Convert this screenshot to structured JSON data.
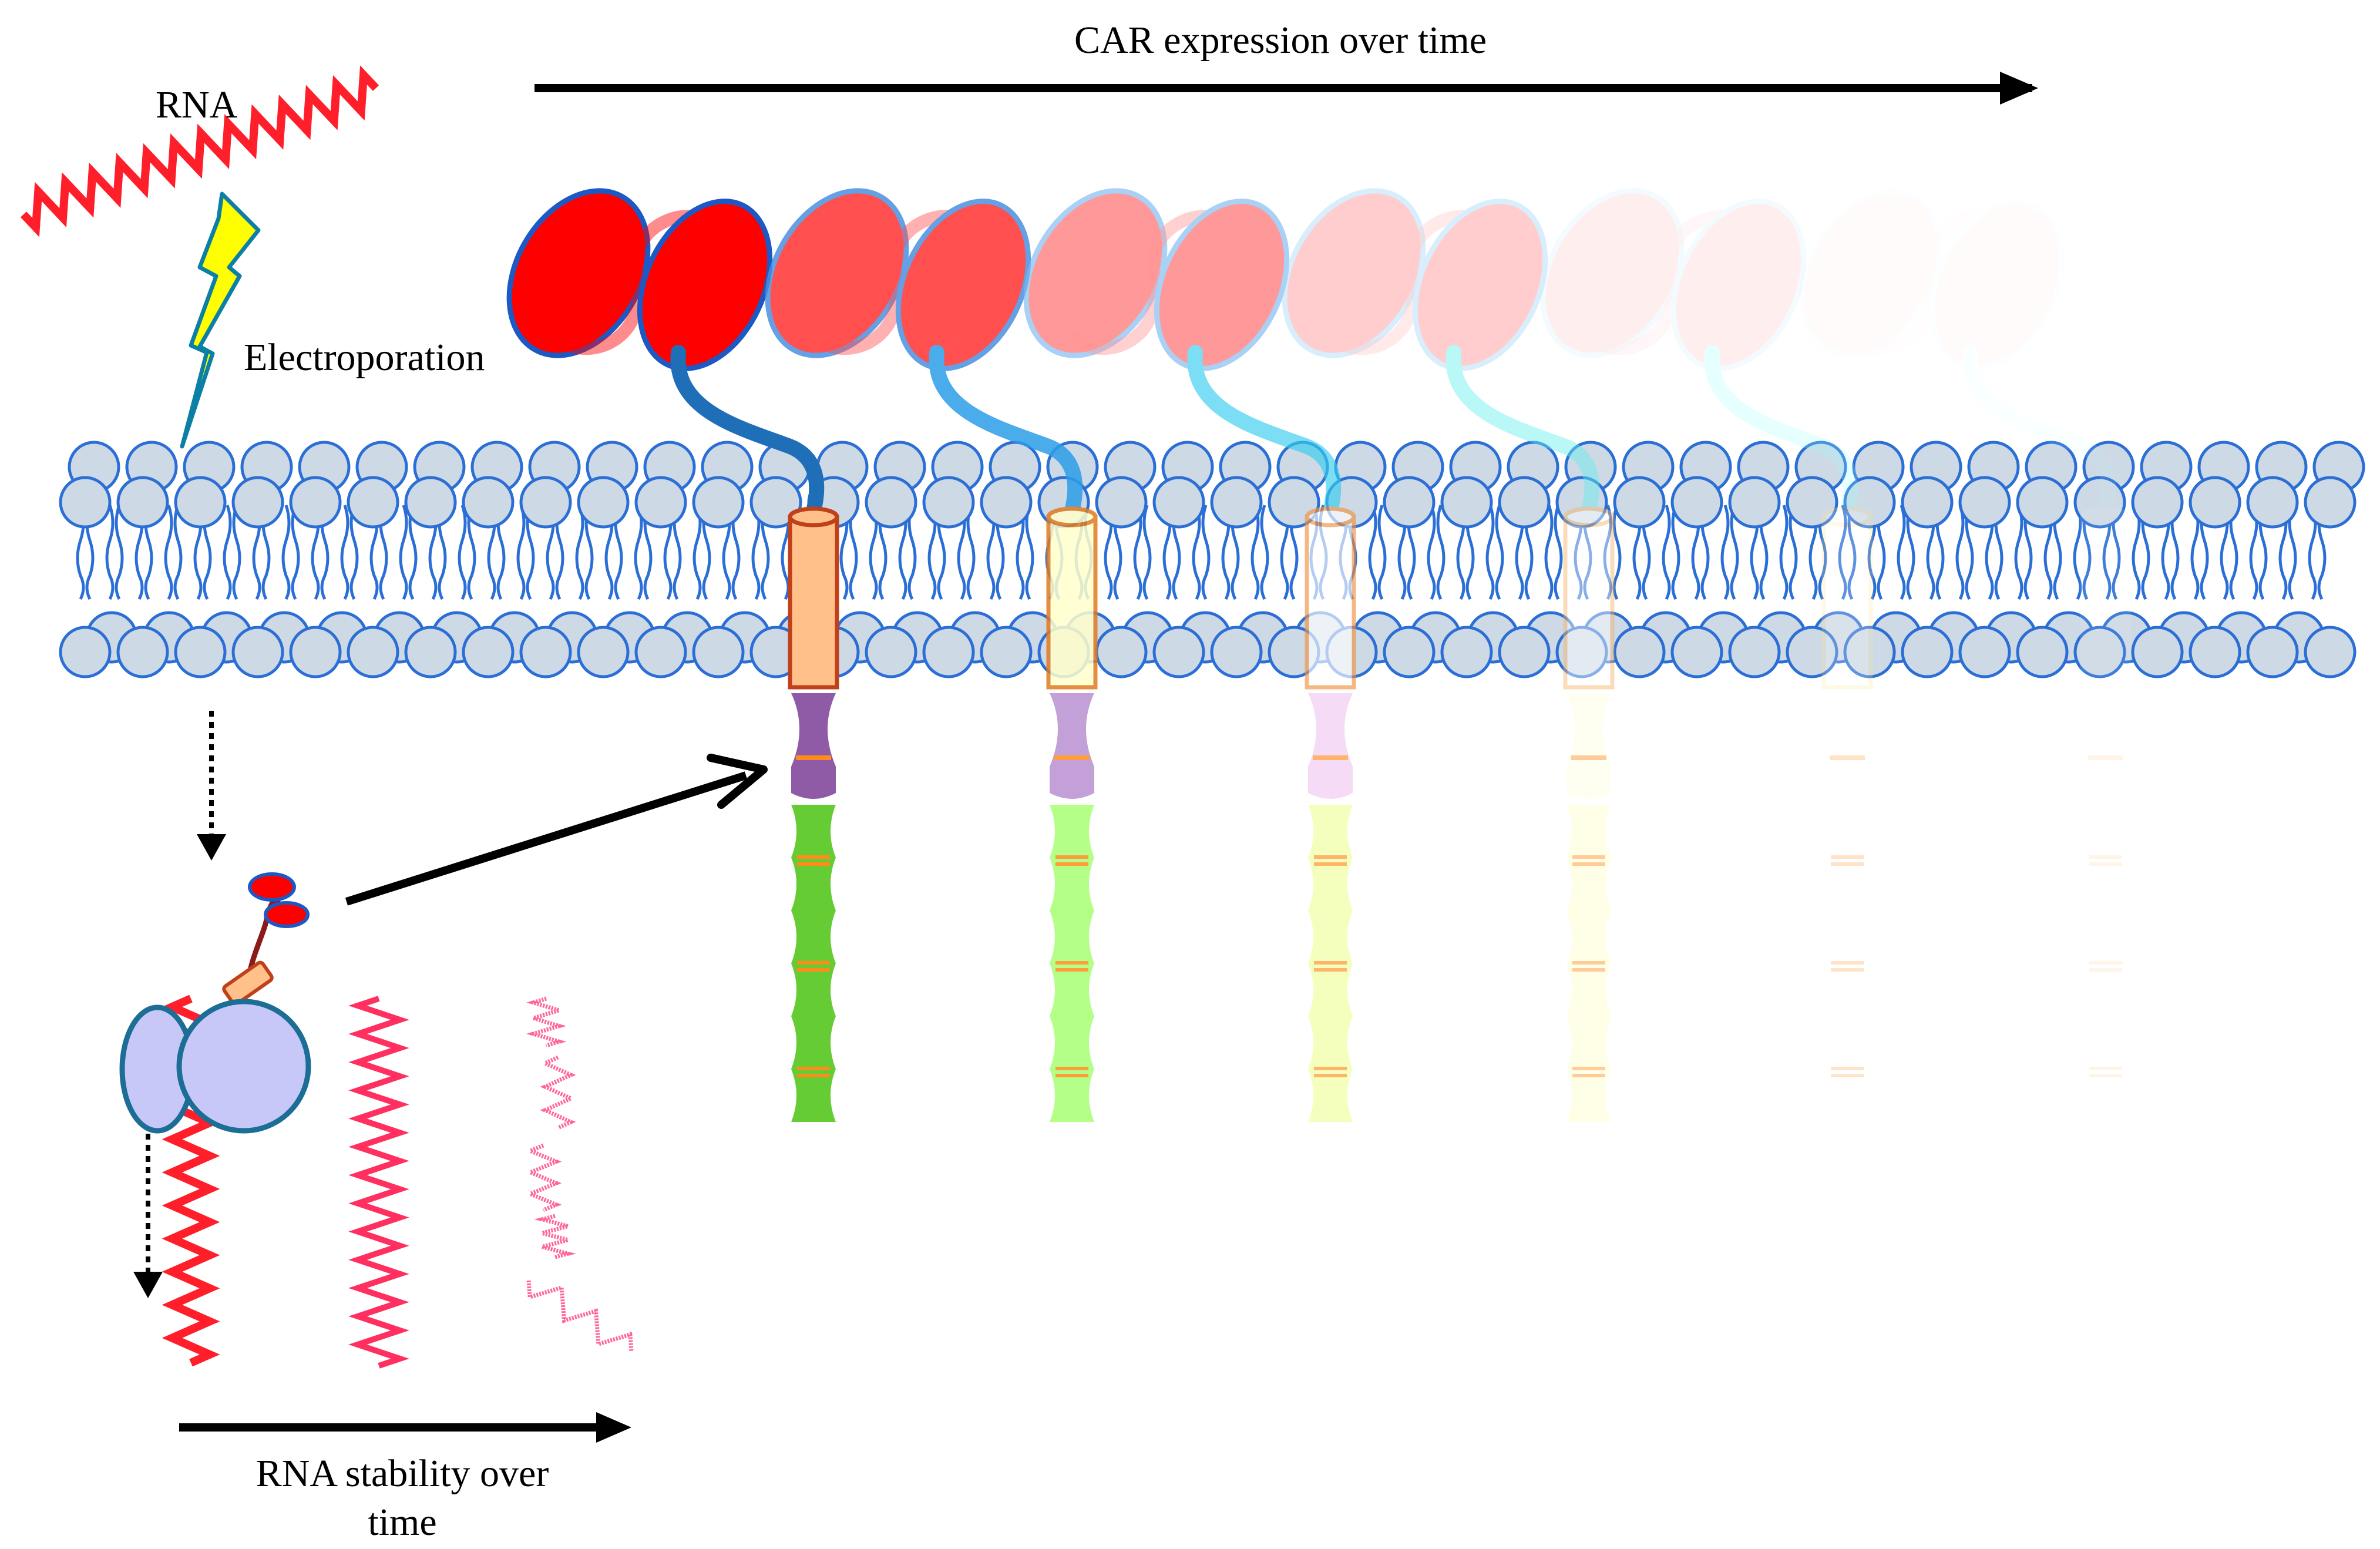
{
  "labels": {
    "rna": "RNA",
    "electroporation": "Electroporation",
    "car_expression": "CAR expression over time",
    "rna_stability_line1": "RNA stability over",
    "rna_stability_line2": "time"
  },
  "colors": {
    "rna_red": "#ff1f2a",
    "lightning_fill": "#ffff00",
    "lightning_stroke": "#0b7fa6",
    "membrane_head_fill": "#cdd9e5",
    "membrane_stroke": "#2b6fd6",
    "ribosome_fill": "#c8c8f8",
    "ribosome_stroke": "#1c6e96",
    "arrow": "#000000"
  },
  "car_stages": [
    {
      "opacity": 1.0,
      "scfv": "#ff0000",
      "scfv_stroke": "#1d59c4",
      "linker": "#1f6fb8",
      "tm": "#ffc08a",
      "tm_stroke": "#c0401a",
      "hinge": "#8f5aa6",
      "tail": "#66cc33"
    },
    {
      "opacity": 0.85,
      "scfv": "#ff3030",
      "scfv_stroke": "#4a8fe0",
      "linker": "#2b9de8",
      "tm": "#ffffcc",
      "tm_stroke": "#e07a20",
      "hinge": "#b98fd0",
      "tail": "#a6ff73"
    },
    {
      "opacity": 0.65,
      "scfv": "#ff6060",
      "scfv_stroke": "#7ab8f0",
      "linker": "#33ccee",
      "tm": "#ffffff",
      "tm_stroke": "#f09040",
      "hinge": "#f0c8f0",
      "tail": "#f0ff99"
    },
    {
      "opacity": 0.45,
      "scfv": "#ff9090",
      "scfv_stroke": "#a8d8f8",
      "linker": "#66eeee",
      "tm": "#ffffff",
      "tm_stroke": "#f4b060",
      "hinge": "#ffffe0",
      "tail": "#ffffcc"
    },
    {
      "opacity": 0.25,
      "scfv": "#ffb8b8",
      "scfv_stroke": "#d0ecfc",
      "linker": "#99ffff",
      "tm": "#ffffff",
      "tm_stroke": "#f8e090",
      "hinge": "#ffffff",
      "tail": "#ffffff"
    },
    {
      "opacity": 0.1,
      "scfv": "#ffd0d0",
      "scfv_stroke": "#e8f6ff",
      "linker": "#ccffff",
      "tm": "#ffffff",
      "tm_stroke": "#ffffff",
      "hinge": "#ffffff",
      "tail": "#ffffff"
    }
  ]
}
